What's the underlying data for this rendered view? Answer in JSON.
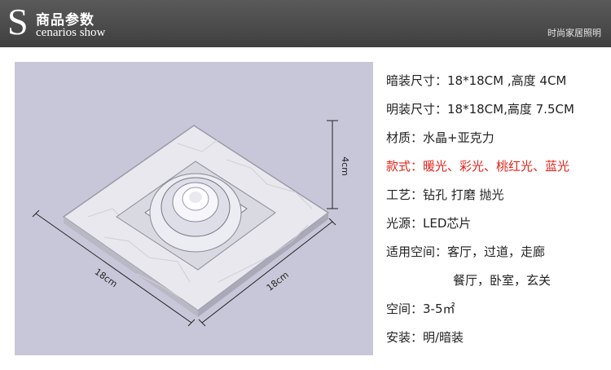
{
  "header": {
    "logo_letter": "S",
    "title_cn": "商品参数",
    "title_en": "cenarios show",
    "right_text": "时尚家居照明"
  },
  "product_image": {
    "label_height": "4cm",
    "label_left": "18cm",
    "label_right": "18cm",
    "background_color": "#c8c7d9"
  },
  "specs": [
    {
      "text": "暗装尺寸：18*18CM ,高度 4CM",
      "color": "#222222"
    },
    {
      "text": "明装尺寸：18*18CM,高度 7.5CM",
      "color": "#222222"
    },
    {
      "text": "材质：水晶+亚克力",
      "color": "#222222"
    },
    {
      "text": "款式：暖光、彩光、桃红光、蓝光",
      "color": "#e2231a"
    },
    {
      "text": "工艺：钻孔 打磨 抛光",
      "color": "#222222"
    },
    {
      "text": "光源：LED芯片",
      "color": "#222222"
    },
    {
      "text": "适用空间：客厅，过道，走廊",
      "color": "#222222"
    },
    {
      "text": "餐厅，卧室，玄关",
      "color": "#222222"
    },
    {
      "text": "空间：3-5㎡",
      "color": "#222222"
    },
    {
      "text": "安装：明/暗装",
      "color": "#222222"
    }
  ]
}
